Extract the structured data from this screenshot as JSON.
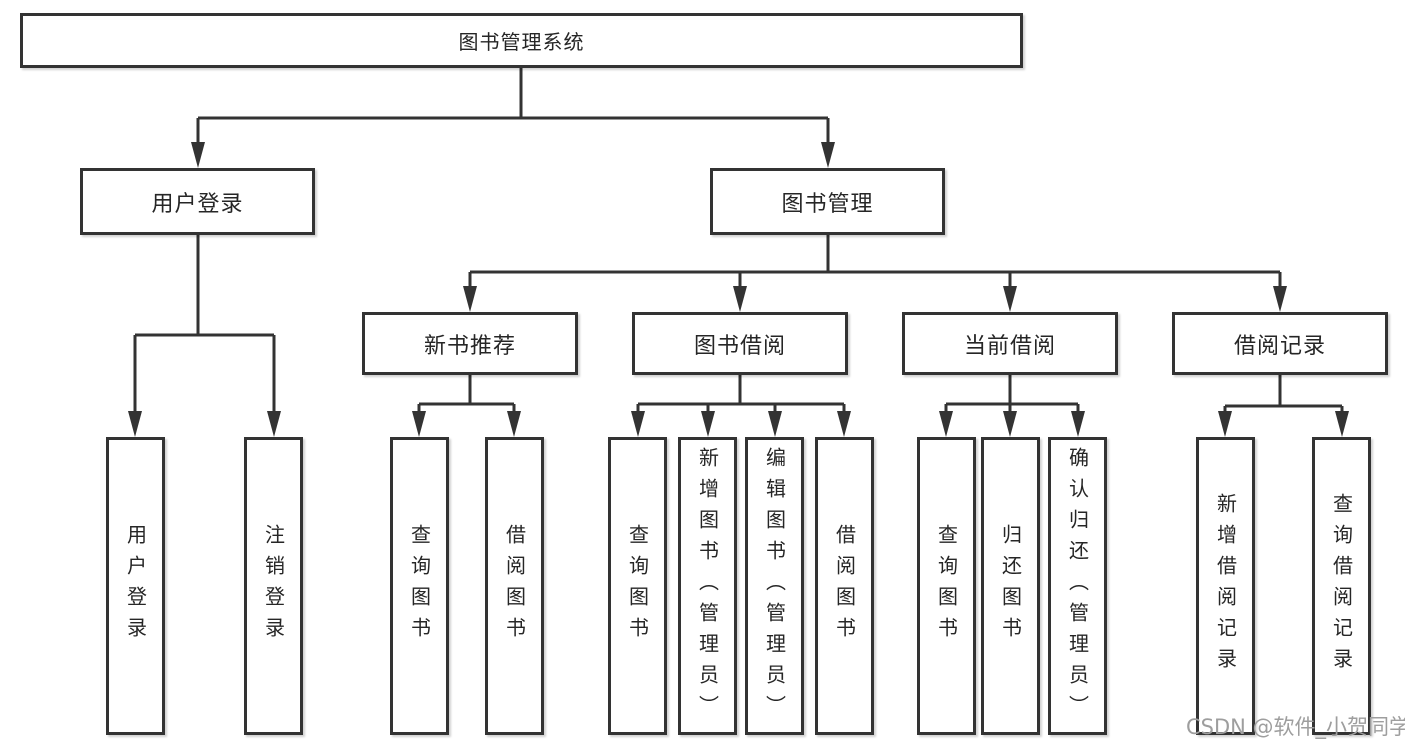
{
  "diagram": {
    "type": "functional-structure-tree",
    "watermark": "CSDN @软件_小贺同学",
    "colors": {
      "line": "#333333",
      "box_border": "#333333",
      "box_background": "#ffffff",
      "text": "#262626",
      "watermark_text": "#9e9e9e"
    },
    "nodes": {
      "root": "图书管理系统",
      "user_login": "用户登录",
      "book_mgmt": "图书管理",
      "new_book_rec": "新书推荐",
      "book_borrow": "图书借阅",
      "current_borrow": "当前借阅",
      "borrow_records": "借阅记录",
      "ul_login": "用户登录",
      "ul_logout": "注销登录",
      "nr_query_book": "查询图书",
      "nr_borrow_book": "借阅图书",
      "bb_query_book": "查询图书",
      "bb_add_book": "新增图书（管理员）",
      "bb_edit_book": "编辑图书（管理员）",
      "bb_borrow_book": "借阅图书",
      "cb_query_book": "查询图书",
      "cb_return_book": "归还图书",
      "cb_confirm_return": "确认归还（管理员）",
      "br_add_record": "新增借阅记录",
      "br_query_record": "查询借阅记录"
    }
  }
}
